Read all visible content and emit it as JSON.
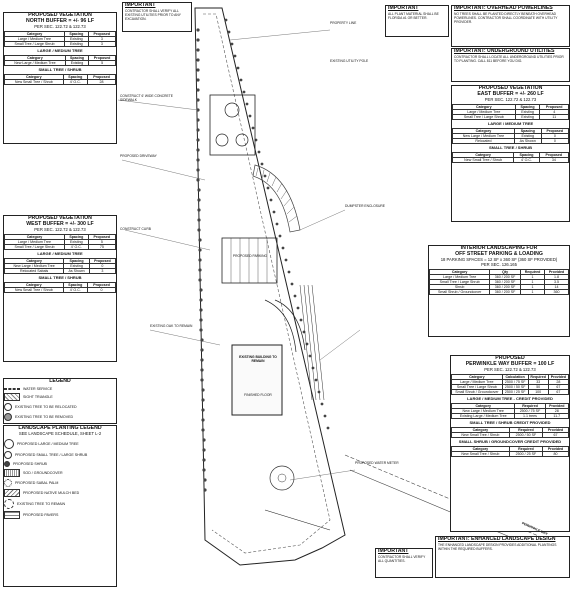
{
  "north_buffer": {
    "title": "PROPOSED VEGETATION",
    "subtitle": "NORTH BUFFER = +/- 96 LF",
    "per_sec": "PER SEC. 122.72 & 122.73",
    "headers": [
      "Category",
      "Spacing",
      "Proposed"
    ],
    "rows": [
      [
        "Large / Medium Tree",
        "Existing",
        "3"
      ],
      [
        "Small Tree / Large Shrub",
        "Existing",
        "3"
      ]
    ],
    "section2": "LARGE / MEDIUM TREE",
    "rows2": [
      [
        "Category",
        "Spacing",
        "Proposed"
      ],
      [
        "New Large / Medium Tree",
        "Existing",
        "5"
      ]
    ],
    "section3": "SMALL TREE / SHRUB",
    "rows3": [
      [
        "Category",
        "Spacing",
        "Proposed"
      ],
      [
        "New Small Tree / Shrub",
        "4' O.C.",
        "28"
      ]
    ]
  },
  "west_buffer": {
    "title": "PROPOSED VEGETATION",
    "subtitle": "WEST BUFFER = +/- 300 LF",
    "per_sec": "PER SEC. 122.72 & 122.73",
    "headers": [
      "Category",
      "Spacing",
      "Proposed"
    ],
    "rows": [
      [
        "Large / Medium Tree",
        "Existing",
        "5"
      ],
      [
        "Small Tree / Large Shrub",
        "4' O.C.",
        "75"
      ]
    ],
    "section2": "LARGE / MEDIUM TREE",
    "rows2": [
      [
        "Category",
        "Spacing",
        "Proposed"
      ],
      [
        "New Large / Medium Tree",
        "Existing",
        "0"
      ],
      [
        "Relocated Sabals",
        "As Shown",
        "3"
      ]
    ],
    "section3": "SMALL TREE / SHRUB",
    "rows3": [
      [
        "Category",
        "Spacing",
        "Proposed"
      ],
      [
        "New Small Tree / Shrub",
        "4' O.C.",
        "0"
      ]
    ]
  },
  "east_buffer": {
    "title": "PROPOSED VEGETATION",
    "subtitle": "EAST BUFFER = +/- 260 LF",
    "per_sec": "PER SEC. 122.72 & 122.73",
    "headers": [
      "Category",
      "Spacing",
      "Proposed"
    ],
    "rows": [
      [
        "Large / Medium Tree",
        "Existing",
        "4"
      ],
      [
        "Small Tree / Large Shrub",
        "Existing",
        "11"
      ]
    ],
    "section2": "LARGE / MEDIUM TREE",
    "rows2": [
      [
        "Category",
        "Spacing",
        "Proposed"
      ],
      [
        "New Large / Medium Tree",
        "Existing",
        "0"
      ],
      [
        "Relocated",
        "As Shown",
        "0"
      ]
    ],
    "section3": "SMALL TREE / SHRUB",
    "rows3": [
      [
        "Category",
        "Spacing",
        "Proposed"
      ],
      [
        "New Small Tree / Shrub",
        "4' O.C.",
        "34"
      ]
    ]
  },
  "interior": {
    "title": "INTERIOR LANDSCAPING FOR",
    "title2": "OFF STREET PARKING & LOADING",
    "subtitle": "18 PARKING SPACES = 12 SF x 360 SF (360 SF PROVIDED)",
    "per_sec": "PER SEC. 126.165",
    "headers": [
      "Category",
      "Qty",
      "Required",
      "Provided"
    ],
    "rows": [
      [
        "Large / Medium Tree",
        "360 / 200 SF",
        "1",
        "1.8"
      ],
      [
        "Small Tree / Large Shrub",
        "360 / 200 SF",
        "1",
        "3.5"
      ],
      [
        "Shrub",
        "360 / 200 SF",
        "1",
        "14"
      ],
      [
        "Small Shrub / Groundcover",
        "360 / 200 SF",
        "1",
        "360"
      ]
    ]
  },
  "periwinkle": {
    "title": "PROPOSED",
    "subtitle": "PERWINKLE WAY BUFFER = 100 LF",
    "per_sec": "PER SEC. 122.72 & 122.73",
    "headers": [
      "Category",
      "Calculation",
      "Required",
      "Provided"
    ],
    "rows": [
      [
        "Large / Medium Tree",
        "2500 / 75 SF",
        "33",
        "28"
      ],
      [
        "Small Tree / Large Shrub",
        "2500 / 50 SF",
        "50",
        "67"
      ],
      [
        "Small Shrub / Groundcover",
        "2500 / 25 SF",
        "100",
        "67"
      ]
    ],
    "section2": "LARGE / MEDIUM TREE - CREDIT PROVIDED",
    "rows2": [
      [
        "Category",
        "Required",
        "Provided"
      ],
      [
        "New Large / Medium Tree",
        "2500 / 75 SF",
        "28"
      ],
      [
        "Existing Large / Medium Tree",
        "1.1 trees",
        "11.7"
      ]
    ],
    "section3": "SMALL TREE / SHRUB CREDIT PROVIDED",
    "rows3": [
      [
        "Category",
        "Required",
        "Provided"
      ],
      [
        "New Small Tree / Shrub",
        "2500 / 50 SF",
        "67"
      ]
    ],
    "section4": "SMALL SHRUB / GROUNDCOVER CREDIT PROVIDED",
    "rows4": [
      [
        "Category",
        "Required",
        "Provided"
      ],
      [
        "New Small Tree / Shrub",
        "2500 / 25 SF",
        "80"
      ]
    ]
  },
  "important_top": {
    "title": "IMPORTANT",
    "body": "CONTRACTOR SHALL VERIFY ALL EXISTING UTILITIES PRIOR TO ANY EXCAVATION."
  },
  "important_mid": {
    "title": "IMPORTANT",
    "body": "ALL PLANT MATERIAL SHALL BE FLORIDA #1 OR BETTER."
  },
  "important_overhead": {
    "title": "IMPORTANT: OVERHEAD POWERLINES",
    "body": "NO TREES SHALL BE PLANTED DIRECTLY BENEATH OVERHEAD POWERLINES. CONTRACTOR SHALL COORDINATE WITH UTILITY PROVIDER."
  },
  "important_underground": {
    "title": "IMPORTANT: UNDERGROUND UTILITIES",
    "body": "CONTRACTOR SHALL LOCATE ALL UNDERGROUND UTILITIES PRIOR TO PLANTING. CALL 811 BEFORE YOU DIG."
  },
  "important_bottom": {
    "title": "IMPORTANT",
    "body": "CONTRACTOR SHALL VERIFY ALL QUANTITIES."
  },
  "important_enhanced": {
    "title": "IMPORTANT: ENHANCED LANDSCAPE DESIGN",
    "body": "THE ENHANCED LANDSCAPE DESIGN PROVIDES ADDITIONAL PLANTINGS WITHIN THE REQUIRED BUFFERS."
  },
  "legend": {
    "title": "LEGEND",
    "items": [
      "WATER SERVICE",
      "SIGHT TRIANGLE",
      "EXISTING TREE TO BE RELOCATED",
      "EXISTING TREE TO BE REMOVED"
    ]
  },
  "landscape_legend": {
    "title": "LANDSCAPE PLANTING LEGEND",
    "subtitle": "SEE LANDSCAPE SCHEDULE, SHEET L-2",
    "items": [
      "PROPOSED LARGE / MEDIUM TREE",
      "PROPOSED SMALL TREE / LARGE SHRUB",
      "PROPOSED SHRUB",
      "SOD / GROUNDCOVER",
      "PROPOSED SABAL PALM",
      "PROPOSED NATIVE MULCH BED",
      "EXISTING TREE TO REMAIN",
      "PROPOSED PAVERS"
    ]
  },
  "plan_labels": {
    "building": "EXISTING BUILDING TO REMAIN",
    "parking": "PROPOSED PARKING",
    "finished_floor": "FINISHED FLOOR",
    "north_labels": [
      "CONSTRUCT 6' WIDE CONCRETE SIDEWALK",
      "PROPERTY LINE",
      "EXISTING UTILITY POLE"
    ],
    "mid_labels": [
      "PROPOSED DRIVEWAY",
      "DUMPSTER ENCLOSURE",
      "CONSTRUCT CURB"
    ],
    "south_labels": [
      "EXISTING OAK TO REMAIN",
      "PROPOSED WATER METER",
      "PERWINKLE WAY"
    ]
  },
  "colors": {
    "line": "#222222",
    "dot": "#444444",
    "hatch": "#666666"
  }
}
